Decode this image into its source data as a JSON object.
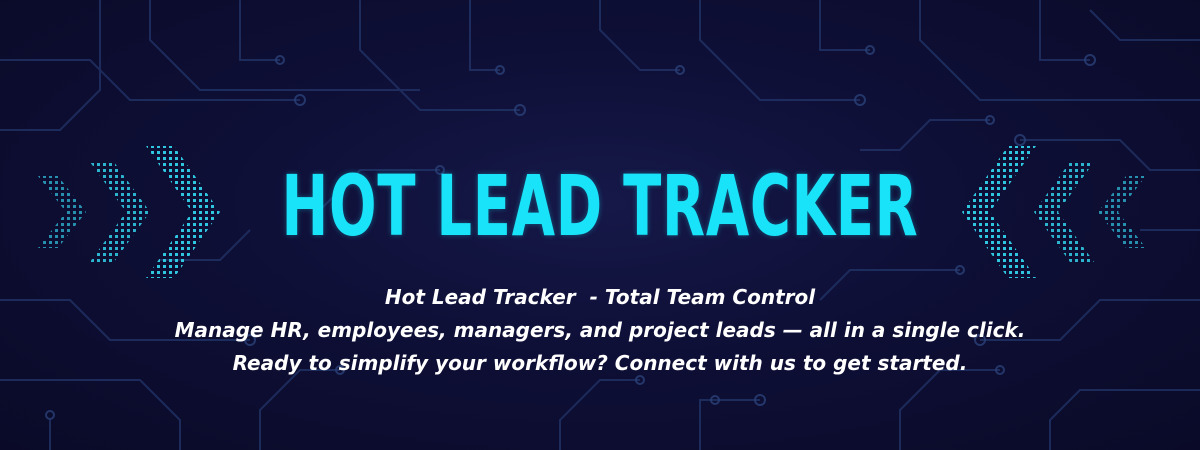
{
  "banner": {
    "title": "HOT LEAD TRACKER",
    "taglines": [
      "Hot Lead Tracker  - Total Team Control",
      "Manage HR, employees, managers, and project leads — all in a single click.",
      "Ready to simplify your workflow? Connect with us to get started."
    ]
  },
  "colors": {
    "background": "#0c0c2e",
    "accent": "#19e3f8",
    "chevron_dots": "#2fc6e0",
    "circuit_lines": "#22366a",
    "text": "#ffffff"
  },
  "decorations": {
    "left_icon": "chevron-right-arrows-icon",
    "right_icon": "chevron-left-arrows-icon",
    "background_icon": "circuit-board-pattern"
  }
}
